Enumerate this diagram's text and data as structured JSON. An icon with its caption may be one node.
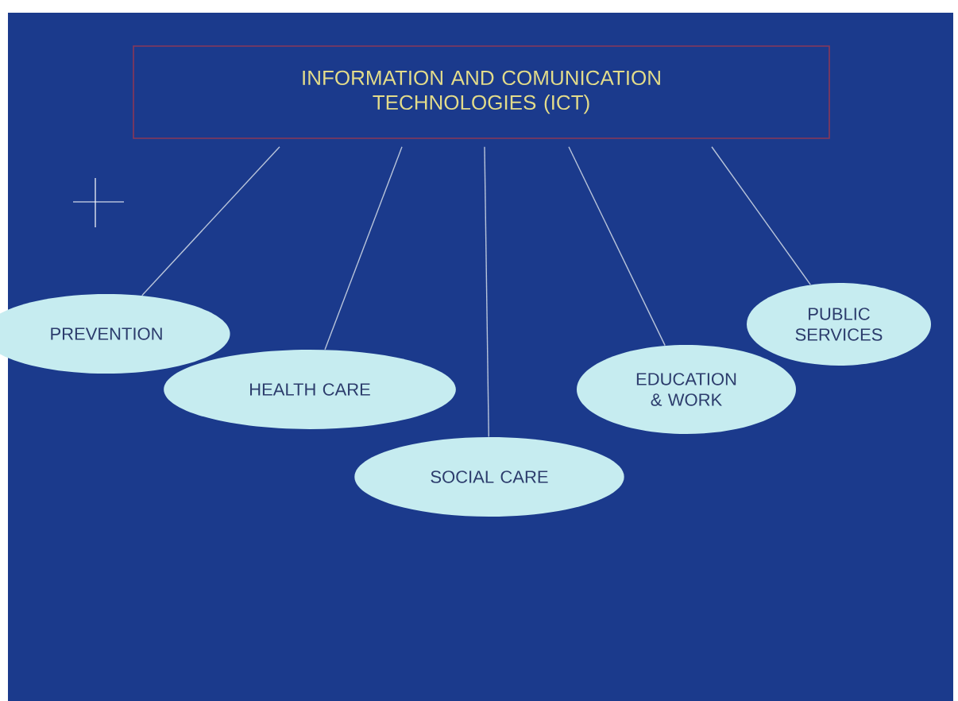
{
  "diagram": {
    "nodes": [
      {
        "text": [
          "INFORMATION AND COMUNICATION TECHNOLOGIES (ICT)"
        ]
      },
      {
        "text": [
          "PREVENTION"
        ]
      },
      {
        "text": [
          "HEALTH CARE"
        ]
      },
      {
        "text": [
          "SOCIAL CARE"
        ]
      },
      {
        "text": [
          "EDUCATION & WORK"
        ]
      },
      {
        "text": [
          "PUBLIC SERVICES"
        ]
      }
    ],
    "edges": [
      {
        "from": 0,
        "to": 1,
        "arrow": "none"
      },
      {
        "from": 0,
        "to": 2,
        "arrow": "none"
      },
      {
        "from": 0,
        "to": 3,
        "arrow": "none"
      },
      {
        "from": 0,
        "to": 4,
        "arrow": "none"
      },
      {
        "from": 0,
        "to": 5,
        "arrow": "none"
      }
    ]
  }
}
